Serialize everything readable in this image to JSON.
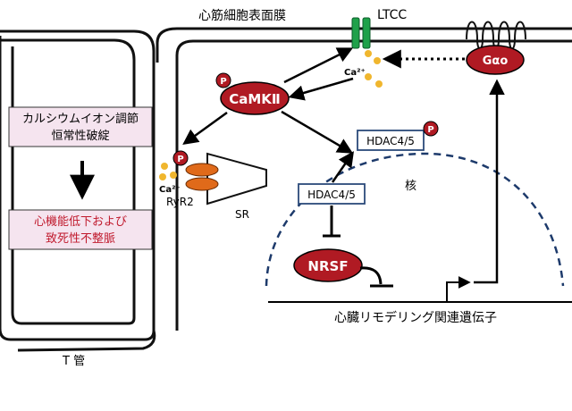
{
  "membrane_label": "心筋細胞表面膜",
  "ltcc_label": "LTCC",
  "t_tubule_label": "T 管",
  "phospho_mark": "P",
  "ca_label": "Ca²⁺",
  "camk_label": "CaMKⅡ",
  "sr_box": {
    "ryr2_label": "RyR2",
    "sr_label": "SR"
  },
  "left_boxes": {
    "top_line1": "カルシウムイオン調節",
    "top_line2": "恒常性破綻",
    "bottom_line1": "心機能低下および",
    "bottom_line2": "致死性不整脈"
  },
  "hdac_top_label": "HDAC4/5",
  "hdac_nucleus_label": "HDAC4/5",
  "nucleus_label": "核",
  "nrsf_label": "NRSF",
  "galpha_label": "Gαo",
  "gene_label": "心臓リモデリング関連遺伝子",
  "colors": {
    "dark_red": "#b01a23",
    "ltcc_green": "#1fa14a",
    "ryr_orange": "#e06a1a",
    "ca_dot": "#f0b62e",
    "box_fill": "#f5e4ef",
    "nucleus_dash": "#1d3a6b",
    "hdac_border": "#2b4a7a",
    "alert_text": "#c0192c"
  }
}
